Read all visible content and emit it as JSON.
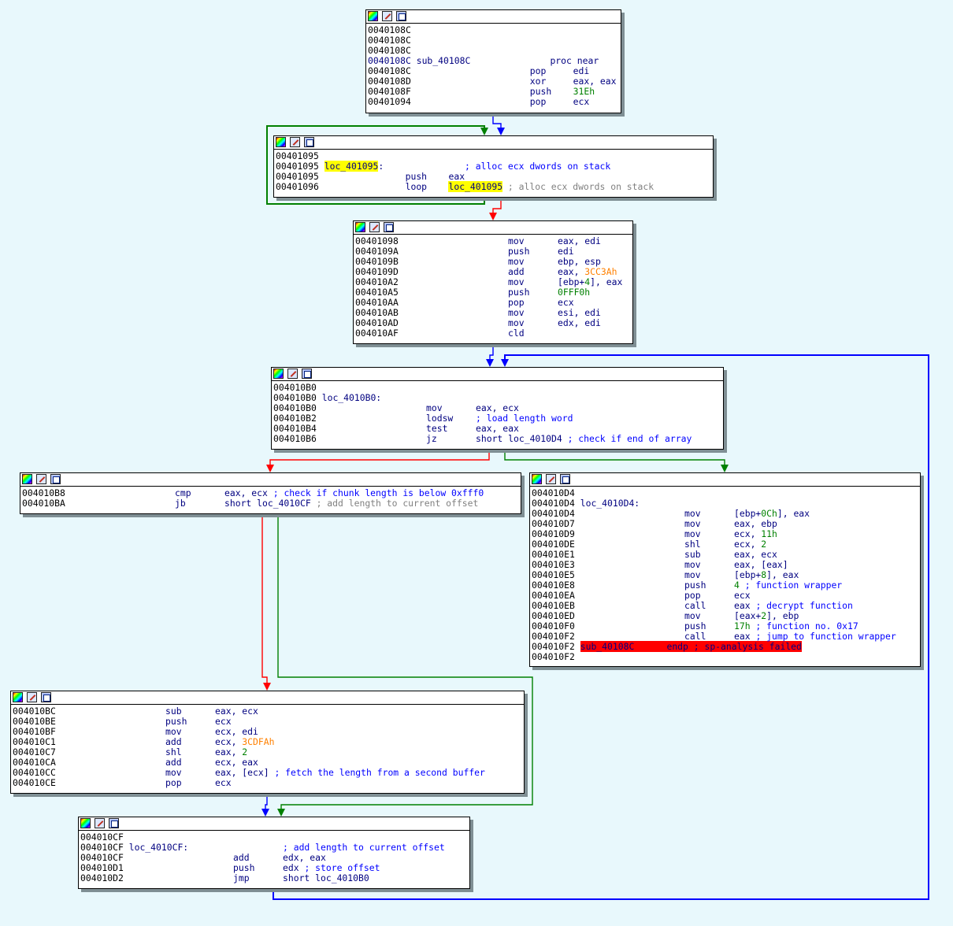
{
  "nodes": [
    {
      "id": "n1",
      "lines": [
        [
          "0040108C"
        ],
        [
          "0040108C"
        ],
        [
          "0040108C"
        ],
        [
          "0040108C sub_40108C      ",
          "proc near"
        ],
        [
          "0040108C",
          "                      ",
          "pop",
          "     ",
          "edi"
        ],
        [
          "0040108D",
          "                      ",
          "xor",
          "     ",
          "eax, eax"
        ],
        [
          "0040108F",
          "                      ",
          "push",
          "    ",
          "31Eh"
        ],
        [
          "00401094",
          "                      ",
          "pop",
          "     ",
          "ecx"
        ]
      ]
    },
    {
      "id": "n2",
      "lines": [
        [
          "00401095"
        ],
        [
          "00401095 ",
          "loc_401095",
          ":",
          "               ",
          "; alloc ecx dwords on stack"
        ],
        [
          "00401095",
          "                ",
          "push",
          "    ",
          "eax"
        ],
        [
          "00401096",
          "                ",
          "loop",
          "    ",
          "loc_401095",
          " ",
          "; alloc ecx dwords on stack"
        ]
      ]
    },
    {
      "id": "n3",
      "lines": [
        [
          "00401098",
          "mov",
          "eax, edi"
        ],
        [
          "0040109A",
          "push",
          "edi"
        ],
        [
          "0040109B",
          "mov",
          "ebp, esp"
        ],
        [
          "0040109D",
          "add",
          "eax, ",
          "3CC3Ah"
        ],
        [
          "004010A2",
          "mov",
          "[ebp+",
          "4",
          "], eax"
        ],
        [
          "004010A5",
          "push",
          "0FFF0h"
        ],
        [
          "004010AA",
          "pop",
          "ecx"
        ],
        [
          "004010AB",
          "mov",
          "esi, edi"
        ],
        [
          "004010AD",
          "mov",
          "edx, edi"
        ],
        [
          "004010AF",
          "cld"
        ]
      ]
    },
    {
      "id": "n4",
      "lines": [
        [
          "004010B0"
        ],
        [
          "004010B0 ",
          "loc_4010B0:"
        ],
        [
          "004010B0",
          "mov",
          "eax, ecx"
        ],
        [
          "004010B2",
          "lodsw",
          "; load length word"
        ],
        [
          "004010B4",
          "test",
          "eax, eax"
        ],
        [
          "004010B6",
          "jz",
          "short loc_4010D4 ",
          "; check if end of array"
        ]
      ]
    },
    {
      "id": "n5",
      "lines": [
        [
          "004010B8",
          "cmp",
          "eax, ecx ",
          "; check if chunk length is below 0xfff0"
        ],
        [
          "004010BA",
          "jb",
          "short loc_4010CF ",
          "; add length to current offset"
        ]
      ]
    },
    {
      "id": "n6",
      "lines": [
        [
          "004010D4"
        ],
        [
          "004010D4 ",
          "loc_4010D4:"
        ],
        [
          "004010D4",
          "mov",
          "[ebp+",
          "0Ch",
          "], eax"
        ],
        [
          "004010D7",
          "mov",
          "eax, ebp"
        ],
        [
          "004010D9",
          "mov",
          "ecx, ",
          "11h"
        ],
        [
          "004010DE",
          "shl",
          "ecx, ",
          "2"
        ],
        [
          "004010E1",
          "sub",
          "eax, ecx"
        ],
        [
          "004010E3",
          "mov",
          "eax, [eax]"
        ],
        [
          "004010E5",
          "mov",
          "[ebp+",
          "8",
          "], eax"
        ],
        [
          "004010E8",
          "push",
          "4",
          " ; function wrapper"
        ],
        [
          "004010EA",
          "pop",
          "ecx"
        ],
        [
          "004010EB",
          "call",
          "eax ",
          "; decrypt function"
        ],
        [
          "004010ED",
          "mov",
          "[eax+",
          "2",
          "], ebp"
        ],
        [
          "004010F0",
          "push",
          "17h",
          " ; function no. 0x17"
        ],
        [
          "004010F2",
          "call",
          "eax ",
          "; jump to function wrapper"
        ],
        [
          "004010F2 ",
          "sub_40108C      endp ; sp-analysis failed"
        ],
        [
          "004010F2"
        ]
      ]
    },
    {
      "id": "n7",
      "lines": [
        [
          "004010BC",
          "sub",
          "eax, ecx"
        ],
        [
          "004010BE",
          "push",
          "ecx"
        ],
        [
          "004010BF",
          "mov",
          "ecx, edi"
        ],
        [
          "004010C1",
          "add",
          "ecx, ",
          "3CDFAh"
        ],
        [
          "004010C7",
          "shl",
          "eax, ",
          "2"
        ],
        [
          "004010CA",
          "add",
          "ecx, eax"
        ],
        [
          "004010CC",
          "mov",
          "eax, [ecx] ",
          "; fetch the length from a second buffer"
        ],
        [
          "004010CE",
          "pop",
          "ecx"
        ]
      ]
    },
    {
      "id": "n8",
      "lines": [
        [
          "004010CF"
        ],
        [
          "004010CF ",
          "loc_4010CF:",
          "; add length to current offset"
        ],
        [
          "004010CF",
          "add",
          "edx, eax"
        ],
        [
          "004010D1",
          "push",
          "edx ",
          "; store offset"
        ],
        [
          "004010D2",
          "jmp",
          "short loc_4010B0"
        ]
      ]
    }
  ],
  "colors": {
    "background": "#e8f8fc",
    "edge_true": "#008000",
    "edge_false": "#ff0000",
    "edge_uncond": "#0000ff",
    "highlight": "#ffff00",
    "error": "#ff0000"
  }
}
